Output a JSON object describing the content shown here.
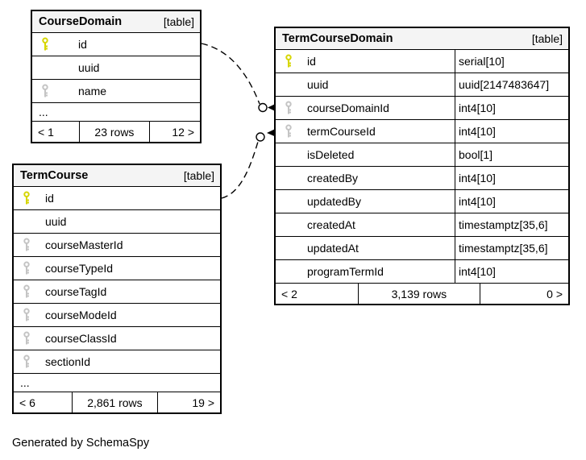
{
  "page": {
    "generated_by": "Generated by SchemaSpy"
  },
  "colors": {
    "primary_key": "#d6d600",
    "foreign_key": "#c4c4c4",
    "border": "#000000",
    "header_bg": "#f4f4f4",
    "row_bg": "#ffffff"
  },
  "tables": [
    {
      "name": "CourseDomain",
      "badge": "[table]",
      "show_types": false,
      "columns": [
        {
          "name": "id",
          "key": "primary"
        },
        {
          "name": "uuid",
          "key": "none"
        },
        {
          "name": "name",
          "key": "foreign"
        }
      ],
      "ellipsis": "...",
      "footer": {
        "parents": "< 1",
        "rows": "23 rows",
        "children": "12 >"
      }
    },
    {
      "name": "TermCourseDomain",
      "badge": "[table]",
      "show_types": true,
      "columns": [
        {
          "name": "id",
          "type": "serial[10]",
          "key": "primary"
        },
        {
          "name": "uuid",
          "type": "uuid[2147483647]",
          "key": "none"
        },
        {
          "name": "courseDomainId",
          "type": "int4[10]",
          "key": "foreign"
        },
        {
          "name": "termCourseId",
          "type": "int4[10]",
          "key": "foreign"
        },
        {
          "name": "isDeleted",
          "type": "bool[1]",
          "key": "none"
        },
        {
          "name": "createdBy",
          "type": "int4[10]",
          "key": "none"
        },
        {
          "name": "updatedBy",
          "type": "int4[10]",
          "key": "none"
        },
        {
          "name": "createdAt",
          "type": "timestamptz[35,6]",
          "key": "none"
        },
        {
          "name": "updatedAt",
          "type": "timestamptz[35,6]",
          "key": "none"
        },
        {
          "name": "programTermId",
          "type": "int4[10]",
          "key": "none"
        }
      ],
      "ellipsis": null,
      "footer": {
        "parents": "< 2",
        "rows": "3,139 rows",
        "children": "0 >"
      }
    },
    {
      "name": "TermCourse",
      "badge": "[table]",
      "show_types": false,
      "columns": [
        {
          "name": "id",
          "key": "primary"
        },
        {
          "name": "uuid",
          "key": "none"
        },
        {
          "name": "courseMasterId",
          "key": "foreign"
        },
        {
          "name": "courseTypeId",
          "key": "foreign"
        },
        {
          "name": "courseTagId",
          "key": "foreign"
        },
        {
          "name": "courseModeId",
          "key": "foreign"
        },
        {
          "name": "courseClassId",
          "key": "foreign"
        },
        {
          "name": "sectionId",
          "key": "foreign"
        }
      ],
      "ellipsis": "...",
      "footer": {
        "parents": "< 6",
        "rows": "2,861 rows",
        "children": "19 >"
      }
    }
  ],
  "relationships": [
    {
      "from_table": "CourseDomain",
      "from_column": "id",
      "to_table": "TermCourseDomain",
      "to_column": "courseDomainId"
    },
    {
      "from_table": "TermCourse",
      "from_column": "id",
      "to_table": "TermCourseDomain",
      "to_column": "termCourseId"
    }
  ]
}
